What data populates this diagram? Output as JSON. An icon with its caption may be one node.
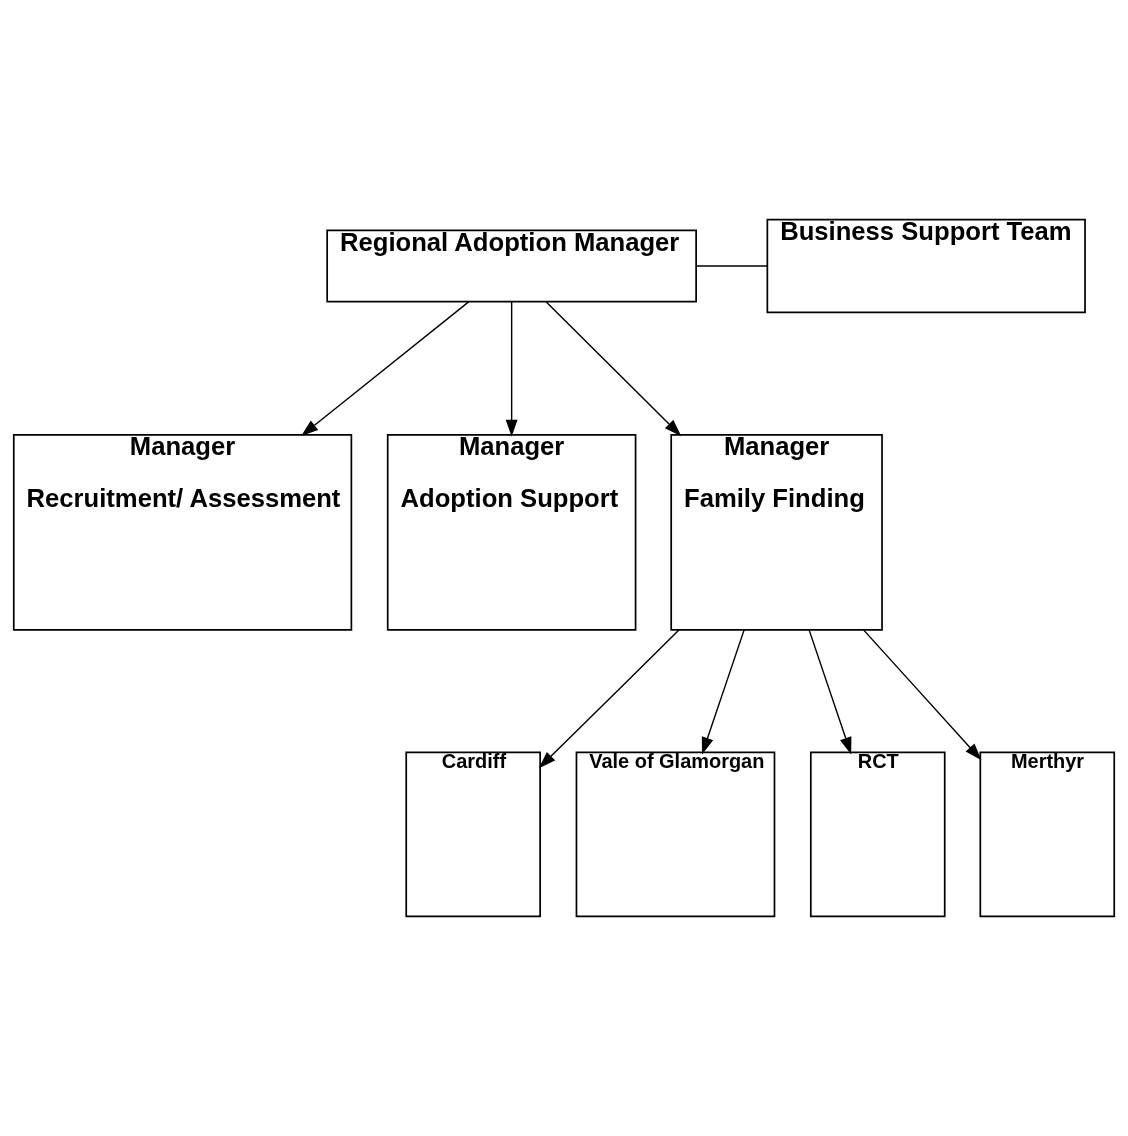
{
  "diagram": {
    "nodes": [
      {
        "text": [
          "Regional Adoption Manager"
        ]
      },
      {
        "text": [
          "Business Support Team"
        ]
      },
      {
        "text": [
          "Manager",
          "Recruitment/ Assessment"
        ]
      },
      {
        "text": [
          "Manager",
          "Adoption Support"
        ]
      },
      {
        "text": [
          "Manager",
          "Family Finding"
        ]
      },
      {
        "text": [
          "Cardiff"
        ]
      },
      {
        "text": [
          "Vale of Glamorgan"
        ]
      },
      {
        "text": [
          "RCT"
        ]
      },
      {
        "text": [
          "Merthyr"
        ]
      }
    ],
    "edges": [
      {
        "from": 0,
        "to": 1,
        "arrow": "none"
      },
      {
        "from": 0,
        "to": 2,
        "arrow": "to"
      },
      {
        "from": 0,
        "to": 3,
        "arrow": "to"
      },
      {
        "from": 0,
        "to": 4,
        "arrow": "to"
      },
      {
        "from": 4,
        "to": 5,
        "arrow": "to"
      },
      {
        "from": 4,
        "to": 6,
        "arrow": "to"
      },
      {
        "from": 4,
        "to": 7,
        "arrow": "to"
      },
      {
        "from": 4,
        "to": 8,
        "arrow": "to"
      }
    ]
  }
}
